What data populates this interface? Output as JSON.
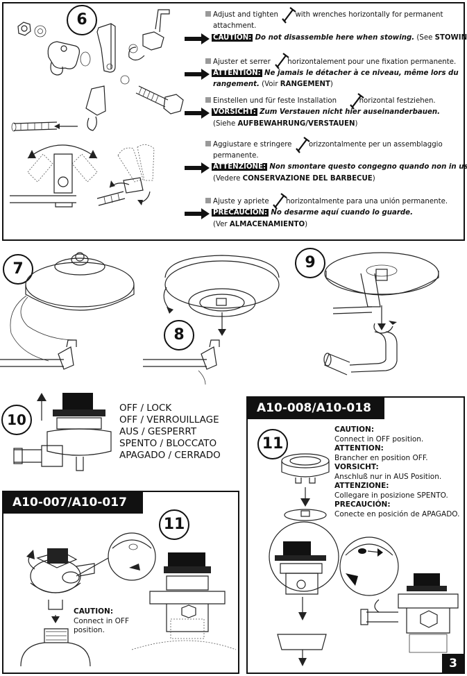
{
  "step6": {
    "number": "6",
    "en_line1": "Adjust and tighten",
    "en_line1b": "with wrenches  horizontally for permanent",
    "en_line2": "attachment.",
    "en_tag": "CAUTION:",
    "en_warn": "Do not disassemble here when stowing.",
    "en_ref_pre": "(See ",
    "en_ref": "STOWING",
    "en_ref_post": ")",
    "fr_line1": "Ajuster et serrer",
    "fr_line1b": "horizontalement pour une fixation permanente.",
    "fr_tag": "ATTENTION:",
    "fr_warn1": "Ne jamais le détacher à ce niveau, même lors du",
    "fr_warn2": "rangement.",
    "fr_ref_pre": " (Voir ",
    "fr_ref": "RANGEMENT",
    "fr_ref_post": ")",
    "de_line1": "Einstellen und für feste Installation",
    "de_line1b": "horizontal festziehen.",
    "de_tag": "VORSICHT:",
    "de_warn": "Zum Verstauen nicht hier auseinanderbauen.",
    "de_ref_pre": "(Siehe ",
    "de_ref": "AUFBEWAHRUNG/VERSTAUEN",
    "de_ref_post": ")",
    "it_line1": "Aggiustare e stringere",
    "it_line1b": "orizzontalmente per un assemblaggio",
    "it_line2": "permanente.",
    "it_tag": "ATTENZIONE:",
    "it_warn": "Non smontare questo congegno quando non in uso.",
    "it_ref_pre": "(Vedere  ",
    "it_ref": "CONSERVAZIONE DEL BARBECUE",
    "it_ref_post": ")",
    "es_line1": "Ajuste y apriete",
    "es_line1b": "horizontalmente para una unión permanente.",
    "es_tag": "PRECAUCIÓN:",
    "es_warn": "No desarme aquí cuando lo guarde.",
    "es_ref_pre": "(Ver ",
    "es_ref": "ALMACENAMIENTO",
    "es_ref_post": ")"
  },
  "step7": {
    "number": "7"
  },
  "step8": {
    "number": "8"
  },
  "step9": {
    "number": "9"
  },
  "step10": {
    "number": "10",
    "lines": [
      "OFF / LOCK",
      "OFF / VERROUILLAGE",
      "AUS / GESPERRT",
      "SPENTO / BLOCCATO",
      "APAGADO / CERRADO"
    ]
  },
  "model_a": {
    "title": "A10-007/A10-017",
    "number": "11",
    "caution_title": "CAUTION:",
    "caution_line1": "Connect in OFF",
    "caution_line2": "position."
  },
  "model_b": {
    "title": "A10-008/A10-018",
    "number": "11",
    "lines": [
      {
        "head": "CAUTION:",
        "text": "Connect in  OFF  position."
      },
      {
        "head": "ATTENTION:",
        "text": "Brancher en position OFF."
      },
      {
        "head": "VORSICHT:",
        "text": "Anschluß nur in AUS Position."
      },
      {
        "head": "ATTENZIONE:",
        "text": "Collegare in posizione SPENTO."
      },
      {
        "head": "PRECAUCIÓN:",
        "text": "Conecte en posición de APAGADO."
      }
    ]
  },
  "page_number": "3",
  "icons": [
    "wrench-icon",
    "arrow-right-icon",
    "warning-square-icon"
  ]
}
